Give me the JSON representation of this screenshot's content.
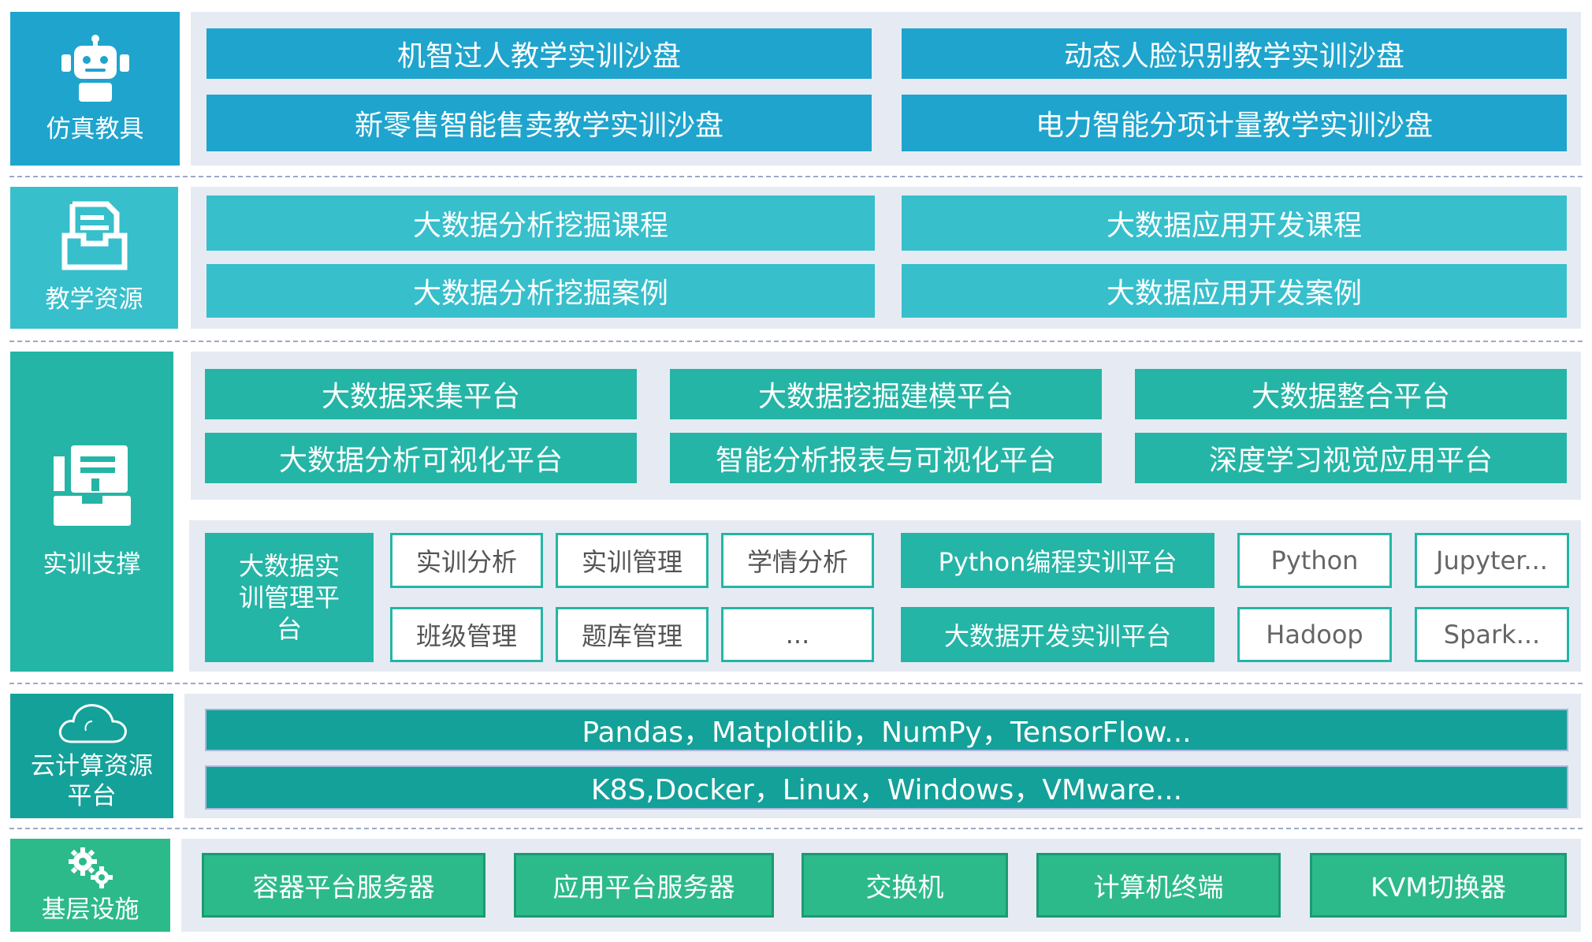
{
  "layers": [
    {
      "title": "仿真教具",
      "icon": "robot-icon",
      "items": [
        "机智过人教学实训沙盘",
        "动态人脸识别教学实训沙盘",
        "新零售智能售卖教学实训沙盘",
        "电力智能分项计量教学实训沙盘"
      ]
    },
    {
      "title": "教学资源",
      "icon": "document-tray-icon",
      "items": [
        "大数据分析挖掘课程",
        "大数据应用开发课程",
        "大数据分析挖掘案例",
        "大数据应用开发案例"
      ]
    },
    {
      "title": "实训支撑",
      "icon": "terminal-icon",
      "platforms": [
        "大数据采集平台",
        "大数据挖掘建模平台",
        "大数据整合平台",
        "大数据分析可视化平台",
        "智能分析报表与可视化平台",
        "深度学习视觉应用平台"
      ],
      "mgmt_title": "大数据实训管理平台",
      "mgmt_items": [
        "实训分析",
        "实训管理",
        "学情分析",
        "班级管理",
        "题库管理",
        "..."
      ],
      "python_platform": "Python编程实训平台",
      "bigdata_platform": "大数据开发实训平台",
      "tools": [
        "Python",
        "Jupyter...",
        "Hadoop",
        "Spark..."
      ]
    },
    {
      "title": "云计算资源平台",
      "icon": "cloud-icon",
      "items": [
        "Pandas，Matplotlib，NumPy，TensorFlow...",
        "K8S,Docker，Linux，Windows，VMware..."
      ]
    },
    {
      "title": "基层设施",
      "icon": "gears-icon",
      "items": [
        "容器平台服务器",
        "应用平台服务器",
        "交换机",
        "计算机终端",
        "KVM切换器"
      ]
    }
  ],
  "colors": {
    "sim_blue": "#1fa4cd",
    "resource_cyan": "#37bfcc",
    "support_teal": "#24b5a6",
    "cloud_teal": "#14a199",
    "infra_green": "#2dba8b",
    "panel_bg": "#e6ebf3"
  }
}
